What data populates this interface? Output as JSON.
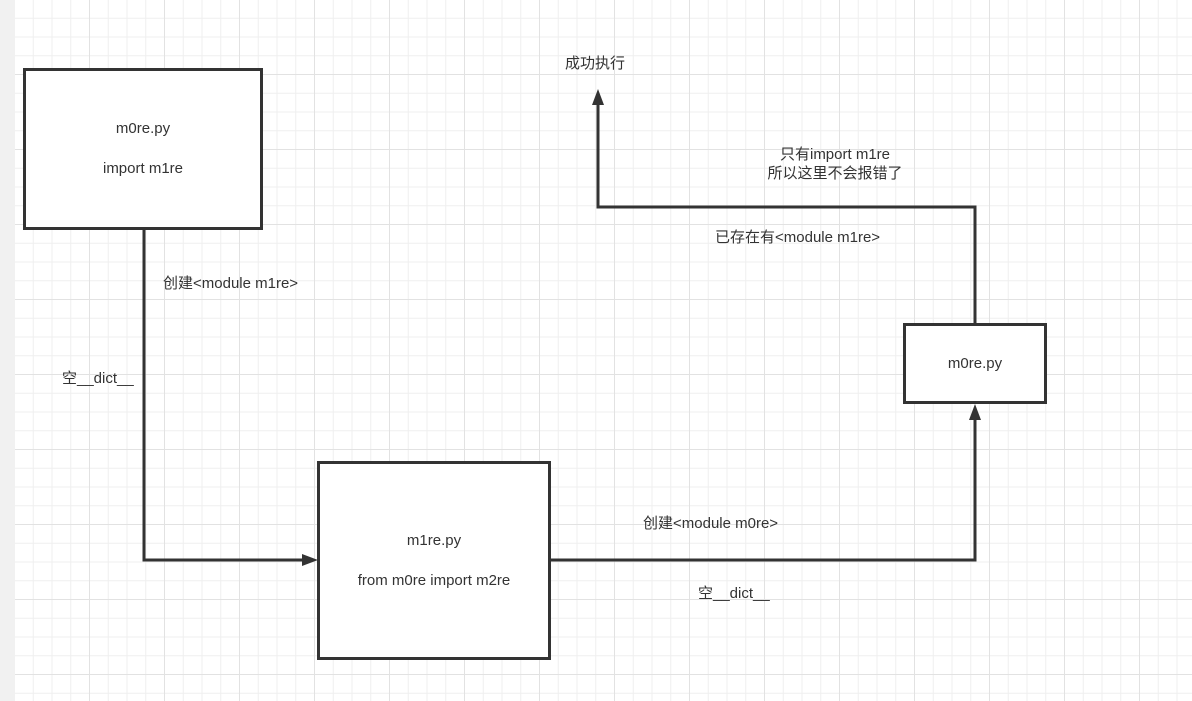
{
  "colors": {
    "stroke": "#333333",
    "grid_major": "#e2e2e2",
    "grid_minor": "#efefef",
    "background": "#ffffff",
    "side_strip": "#f1f1f1"
  },
  "nodes": {
    "m0re_start": {
      "title": "m0re.py",
      "body": "import m1re"
    },
    "m1re": {
      "title": "m1re.py",
      "body": "from m0re import m2re"
    },
    "m0re_second": {
      "title": "m0re.py"
    }
  },
  "edges": {
    "m0re_to_m1re": {
      "label_top": "创建<module m1re>",
      "label_side": "空__dict__"
    },
    "m1re_to_m0re": {
      "label_top": "创建<module m0re>",
      "label_bottom": "空__dict__"
    },
    "m0re_to_success": {
      "label_existing": "已存在有<module m1re>",
      "note_line1": "只有import m1re",
      "note_line2": "所以这里不会报错了"
    }
  },
  "terminal": {
    "label": "成功执行"
  }
}
